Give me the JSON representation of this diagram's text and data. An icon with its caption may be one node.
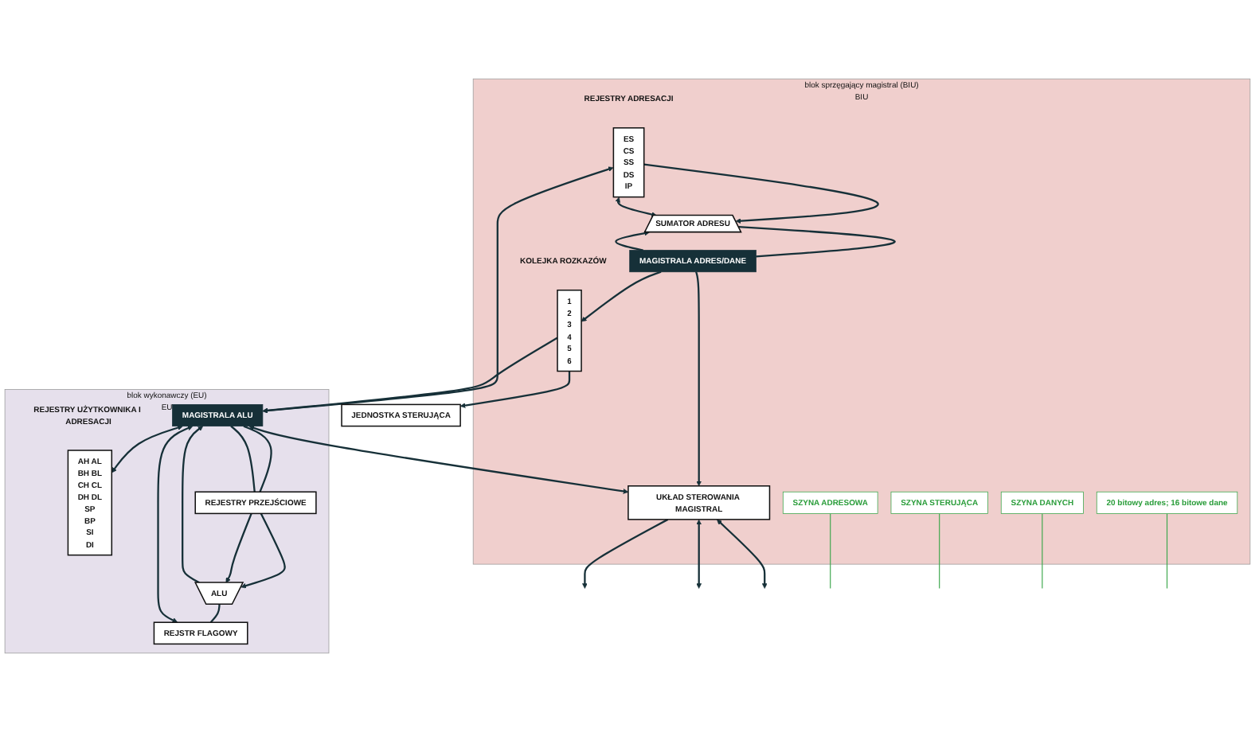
{
  "diagram": {
    "nodes": [
      {
        "text": [
          "blok sprzęgający magistral (BIU)",
          "BIU"
        ]
      },
      {
        "text": [
          "blok wykonawczy (EU)",
          "EU"
        ]
      },
      {
        "text": [
          "UKŁAD STEROWANIA MAGISTRAL"
        ],
        "in": 0
      },
      {
        "text": [
          "SUMATOR ADRESU"
        ],
        "in": 0
      },
      {
        "text": [
          "ES",
          "CS",
          "SS",
          "DS",
          "IP"
        ],
        "beside": [
          "REJESTRY ADRESACJI"
        ],
        "in": 0
      },
      {
        "text": [
          "1",
          "2",
          "3",
          "4",
          "5",
          "6"
        ],
        "beside": [
          "KOLEJKA ROZKAZÓW"
        ],
        "in": 0
      },
      {
        "text": [
          "MAGISTRALA ADRES/DANE"
        ],
        "in": 0
      },
      {
        "text": [
          "JEDNOSTKA STERUJĄCA"
        ]
      },
      {
        "text": [
          "SZYNA ADRESOWA"
        ],
        "in": 0
      },
      {
        "text": [
          "SZYNA STERUJĄCA"
        ],
        "in": 0
      },
      {
        "text": [
          "SZYNA DANYCH"
        ],
        "in": 0
      },
      {
        "text": [
          "20 bitowy adres; 16 bitowe dane"
        ],
        "in": 0
      },
      {
        "text": [
          "MAGISTRALA ALU"
        ],
        "in": 1
      },
      {
        "text": [
          "AH",
          "AL",
          "BH",
          "BL",
          "CH",
          "CL",
          "DH",
          "DL",
          "SP",
          "BP",
          "SI",
          "DI"
        ],
        "beside": [
          "REJESTRY UŻYTKOWNIKA I ADRESACJI"
        ],
        "in": 1
      },
      {
        "text": [
          "REJESTRY PRZEJŚCIOWE"
        ],
        "in": 1
      },
      {
        "text": [
          "ALU"
        ],
        "in": 1
      },
      {
        "text": [
          "REJSTR FLAGOWY"
        ],
        "in": 1
      }
    ],
    "edges": [
      {
        "from": 2,
        "to": null,
        "arrow": "to"
      },
      {
        "from": 2,
        "to": null,
        "arrow": "both"
      },
      {
        "from": 2,
        "to": null,
        "arrow": "both"
      },
      {
        "from": 8,
        "to": null,
        "arrow": "none",
        "color": "#3aa64a"
      },
      {
        "from": 9,
        "to": null,
        "arrow": "none",
        "color": "#3aa64a"
      },
      {
        "from": 10,
        "to": null,
        "arrow": "none",
        "color": "#3aa64a"
      },
      {
        "from": 11,
        "to": null,
        "arrow": "none",
        "color": "#3aa64a"
      },
      {
        "from": 6,
        "to": 2,
        "arrow": "to"
      },
      {
        "from": 3,
        "to": 6,
        "arrow": "none"
      },
      {
        "from": 6,
        "to": 5,
        "arrow": "to"
      },
      {
        "from": 6,
        "to": 3,
        "arrow": "to"
      },
      {
        "from": 4,
        "to": 3,
        "arrow": "to"
      },
      {
        "from": 4,
        "to": 3,
        "arrow": "both"
      },
      {
        "from": 12,
        "to": 2,
        "arrow": "both"
      },
      {
        "from": 4,
        "to": 12,
        "arrow": "both"
      },
      {
        "from": 5,
        "to": 7,
        "arrow": "to"
      },
      {
        "from": 5,
        "to": 12,
        "arrow": "to"
      },
      {
        "from": 12,
        "to": 13,
        "arrow": "both"
      },
      {
        "from": 12,
        "to": 14,
        "arrow": "none"
      },
      {
        "from": 12,
        "to": 14,
        "arrow": "none"
      },
      {
        "from": 14,
        "to": 15,
        "arrow": "to"
      },
      {
        "from": 14,
        "to": 15,
        "arrow": "to"
      },
      {
        "from": 15,
        "to": 12,
        "arrow": "to"
      },
      {
        "from": 16,
        "to": 12,
        "arrow": "both"
      },
      {
        "from": 15,
        "to": 16,
        "arrow": "none"
      }
    ]
  }
}
